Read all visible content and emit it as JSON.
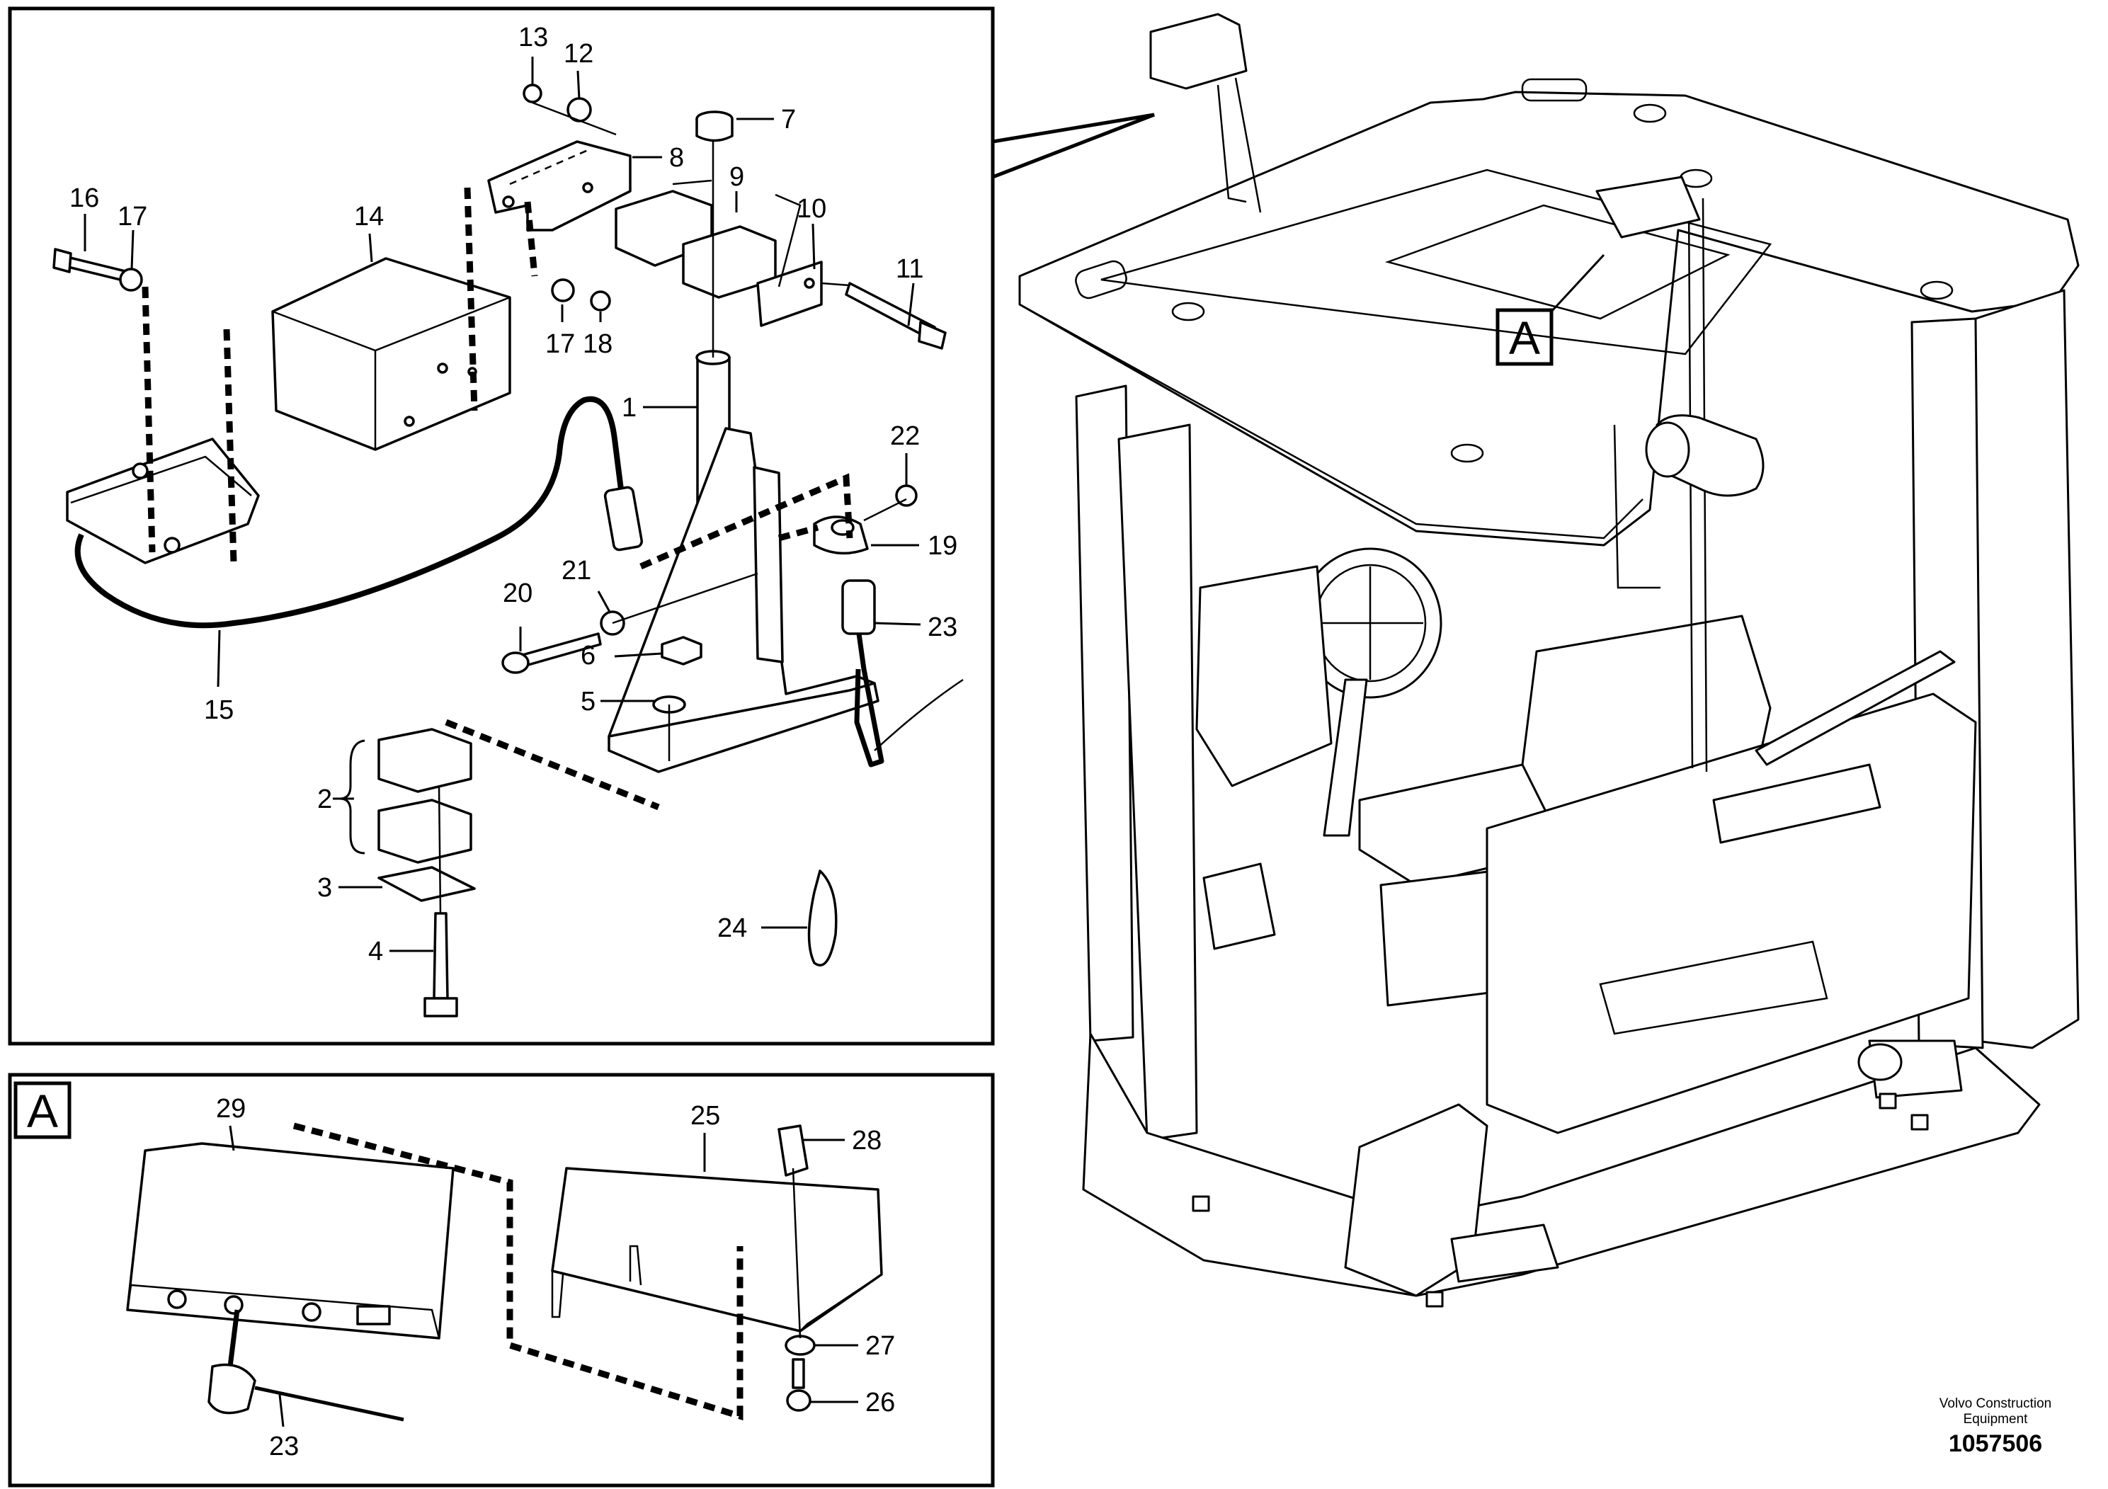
{
  "main_view": {
    "callouts": [
      {
        "label": "1"
      },
      {
        "label": "2"
      },
      {
        "label": "3"
      },
      {
        "label": "4"
      },
      {
        "label": "5"
      },
      {
        "label": "6"
      },
      {
        "label": "7"
      },
      {
        "label": "8"
      },
      {
        "label": "9"
      },
      {
        "label": "10"
      },
      {
        "label": "11"
      },
      {
        "label": "12"
      },
      {
        "label": "13"
      },
      {
        "label": "14"
      },
      {
        "label": "15"
      },
      {
        "label": "16"
      },
      {
        "label": "17"
      },
      {
        "label": "17"
      },
      {
        "label": "18"
      },
      {
        "label": "19"
      },
      {
        "label": "20"
      },
      {
        "label": "21"
      },
      {
        "label": "22"
      },
      {
        "label": "23"
      },
      {
        "label": "24"
      }
    ]
  },
  "detail_view": {
    "letter": "A",
    "callouts": [
      {
        "label": "29"
      },
      {
        "label": "25"
      },
      {
        "label": "28"
      },
      {
        "label": "27"
      },
      {
        "label": "26"
      },
      {
        "label": "23"
      }
    ]
  },
  "cab_view": {
    "marker_letter": "A"
  },
  "footer": {
    "brand_line1": "Volvo Construction",
    "brand_line2": "Equipment",
    "doc_number": "1057506"
  }
}
